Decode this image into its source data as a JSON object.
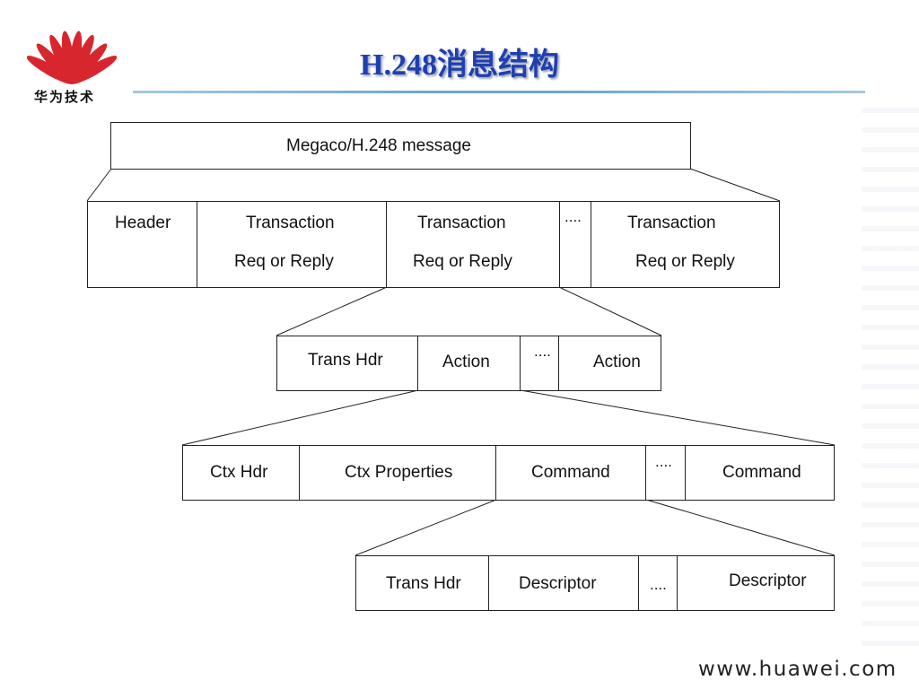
{
  "slide": {
    "title": "H.248消息结构",
    "logo_text": "华为技术",
    "footer_url": "www.huawei.com"
  },
  "diagram": {
    "level1": {
      "message": "Megaco/H.248 message"
    },
    "level2": {
      "header": "Header",
      "transactions": [
        {
          "line1": "Transaction",
          "line2": "Req or Reply"
        },
        {
          "line1": "Transaction",
          "line2": "Req or Reply"
        },
        {
          "line1": "Transaction",
          "line2": "Req or Reply"
        }
      ],
      "ellipsis": "...."
    },
    "level3": {
      "trans_hdr": "Trans Hdr",
      "action_1": "Action",
      "ellipsis": "....",
      "action_2": "Action"
    },
    "level4": {
      "ctx_hdr": "Ctx Hdr",
      "ctx_properties": "Ctx Properties",
      "command_1": "Command",
      "ellipsis": "....",
      "command_2": "Command"
    },
    "level5": {
      "trans_hdr": "Trans Hdr",
      "descriptor_1": "Descriptor",
      "ellipsis": "....",
      "descriptor_2": "Descriptor"
    }
  }
}
